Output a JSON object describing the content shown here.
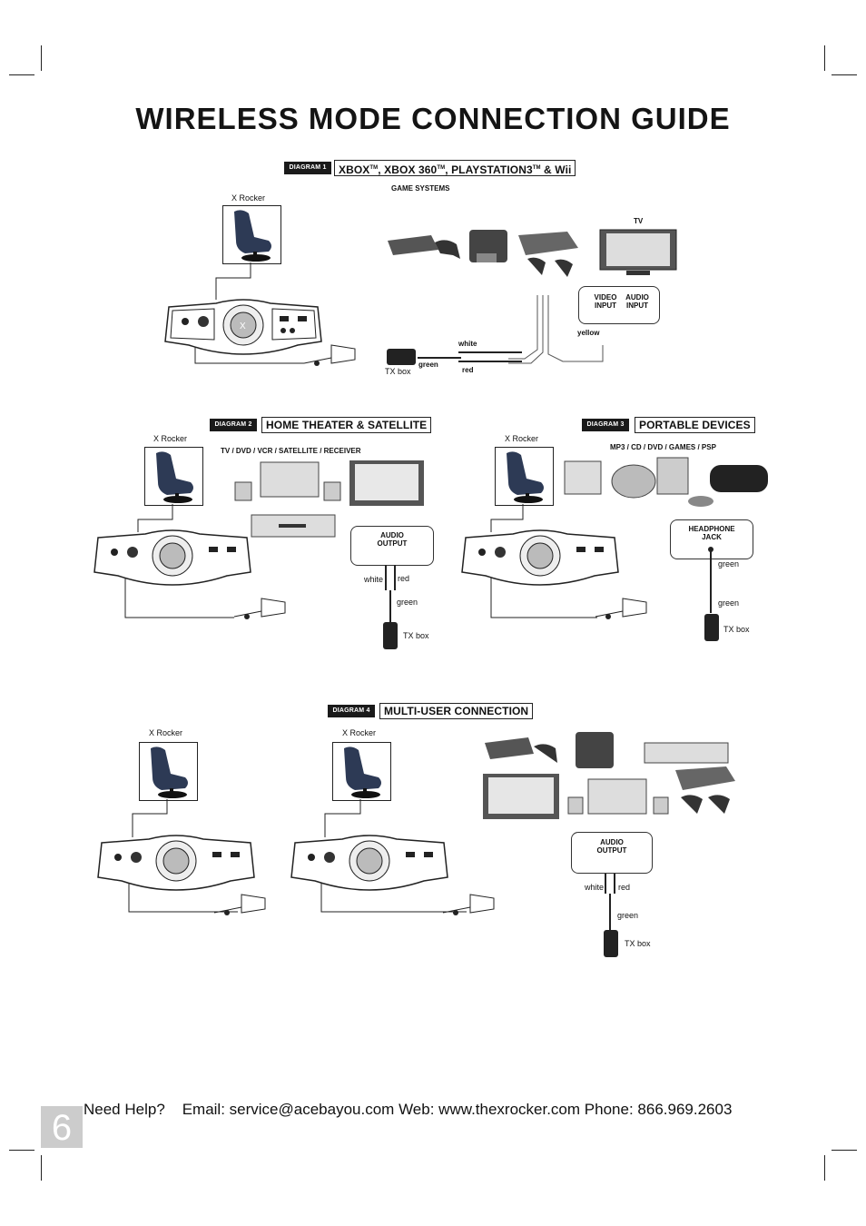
{
  "page": {
    "title": "WIRELESS MODE CONNECTION GUIDE",
    "page_number": "6",
    "footer": {
      "help": "Need Help?",
      "email_label": "Email:",
      "email": "service@acebayou.com",
      "web_label": "Web:",
      "web": "www.thexrocker.com",
      "phone_label": "Phone:",
      "phone": "866.969.2603"
    }
  },
  "diagram1": {
    "label": "DIAGRAM 1",
    "title_xbox": "XBOX",
    "title_sep1": ",  XBOX 360",
    "title_sep2": ", PLAYSTATION3",
    "title_end": " & Wii",
    "tm": "TM",
    "game_systems": "GAME SYSTEMS",
    "chair_label": "X Rocker",
    "tv_label": "TV",
    "video_input": "VIDEO INPUT",
    "audio_input": "AUDIO INPUT",
    "yellow": "yellow",
    "white": "white",
    "green": "green",
    "red": "red",
    "tx_box": "TX box"
  },
  "diagram2": {
    "label": "DIAGRAM 2",
    "title": "HOME THEATER & SATELLITE",
    "chair_label": "X Rocker",
    "devices": "TV / DVD / VCR / SATELLITE / RECEIVER",
    "audio_output": "AUDIO OUTPUT",
    "white": "white",
    "red": "red",
    "green": "green",
    "tx_box": "TX box"
  },
  "diagram3": {
    "label": "DIAGRAM 3",
    "title": "PORTABLE DEVICES",
    "chair_label": "X Rocker",
    "devices": "MP3 / CD / DVD / GAMES / PSP",
    "headphone_jack": "HEADPHONE JACK",
    "green1": "green",
    "green2": "green",
    "tx_box": "TX box"
  },
  "diagram4": {
    "label": "DIAGRAM 4",
    "title": "MULTI-USER CONNECTION",
    "chair_label_1": "X Rocker",
    "chair_label_2": "X Rocker",
    "audio_output": "AUDIO OUTPUT",
    "white": "white",
    "red": "red",
    "green": "green",
    "tx_box": "TX box"
  }
}
